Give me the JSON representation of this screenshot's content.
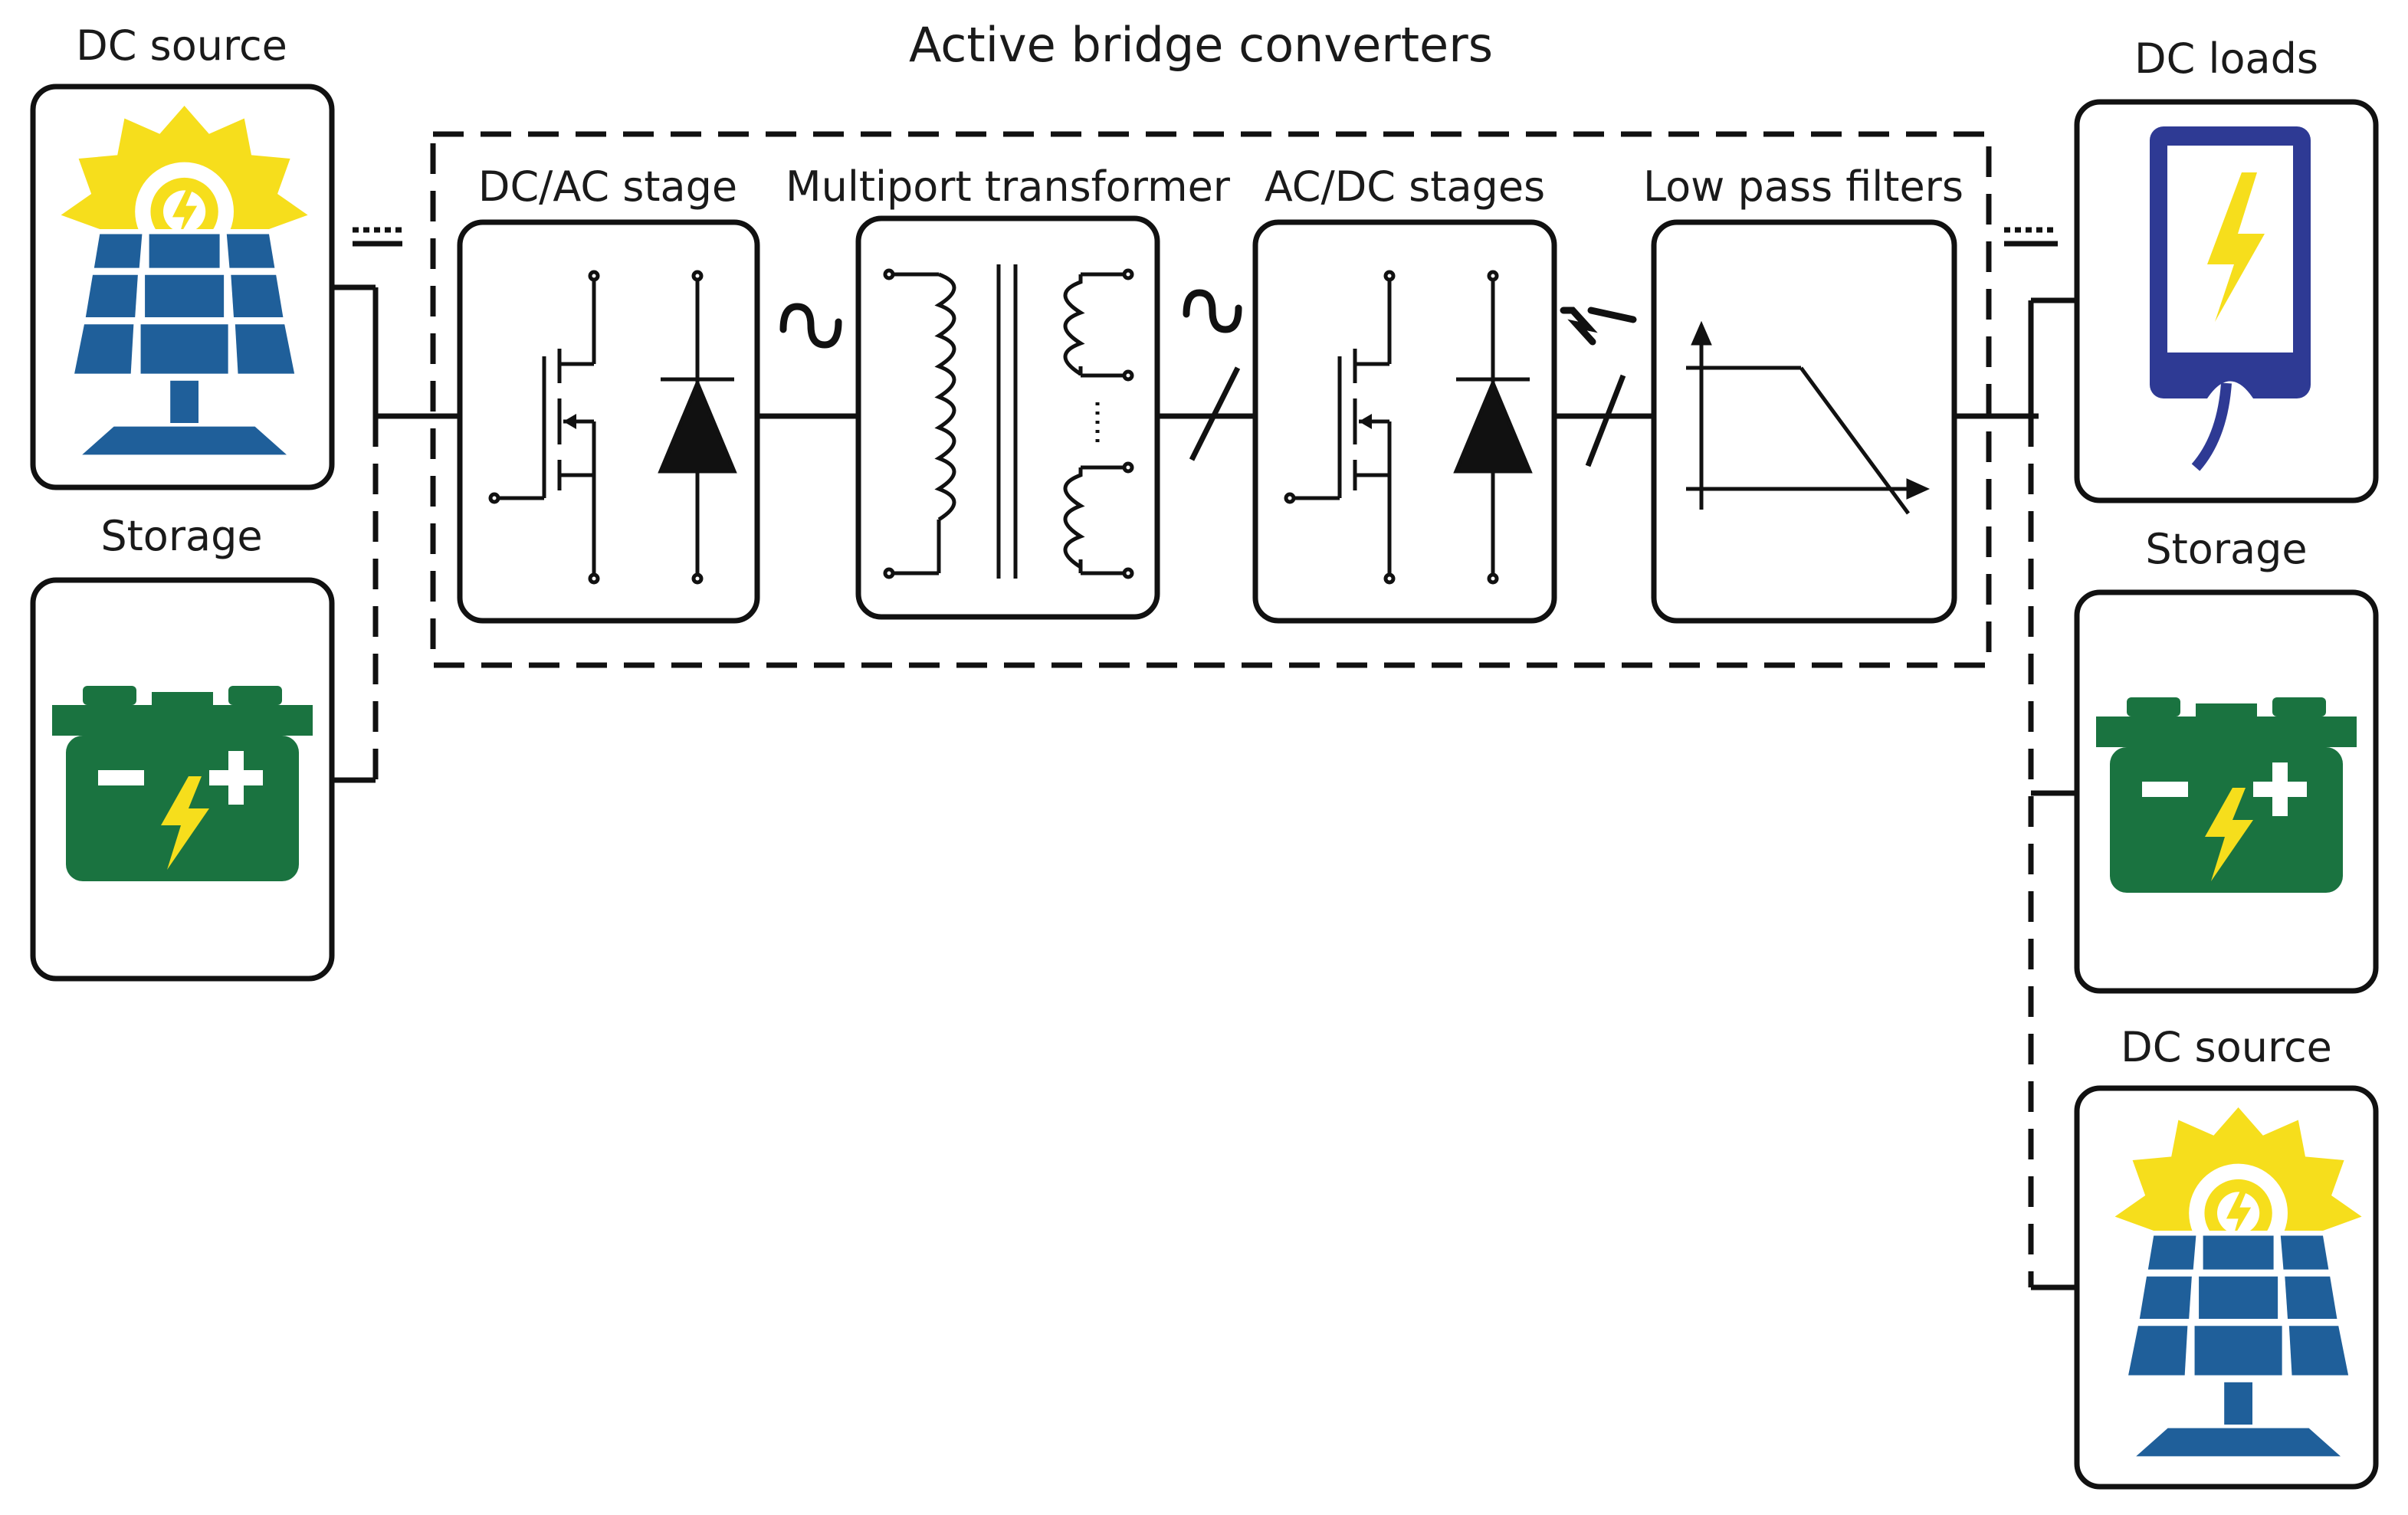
{
  "diagram": {
    "title": "Active bridge converters",
    "stages": {
      "dcac": "DC/AC stage",
      "transformer": "Multiport transformer",
      "acdc": "AC/DC stages",
      "lpf": "Low pass filters"
    },
    "left": {
      "source": "DC source",
      "storage": "Storage"
    },
    "right": {
      "loads": "DC loads",
      "storage": "Storage",
      "source": "DC source"
    }
  },
  "colors": {
    "panel_blue": "#1f5f9a",
    "sun_yellow": "#f6de1c",
    "battery_green": "#1a7340",
    "phone_blue": "#2e3a94",
    "bolt_yellow": "#f6de1c",
    "line": "#111111"
  },
  "icons": [
    "solar-panel-icon",
    "battery-icon",
    "phone-charging-icon",
    "mosfet-icon",
    "diode-icon",
    "transformer-icon",
    "lowpass-graph-icon"
  ]
}
